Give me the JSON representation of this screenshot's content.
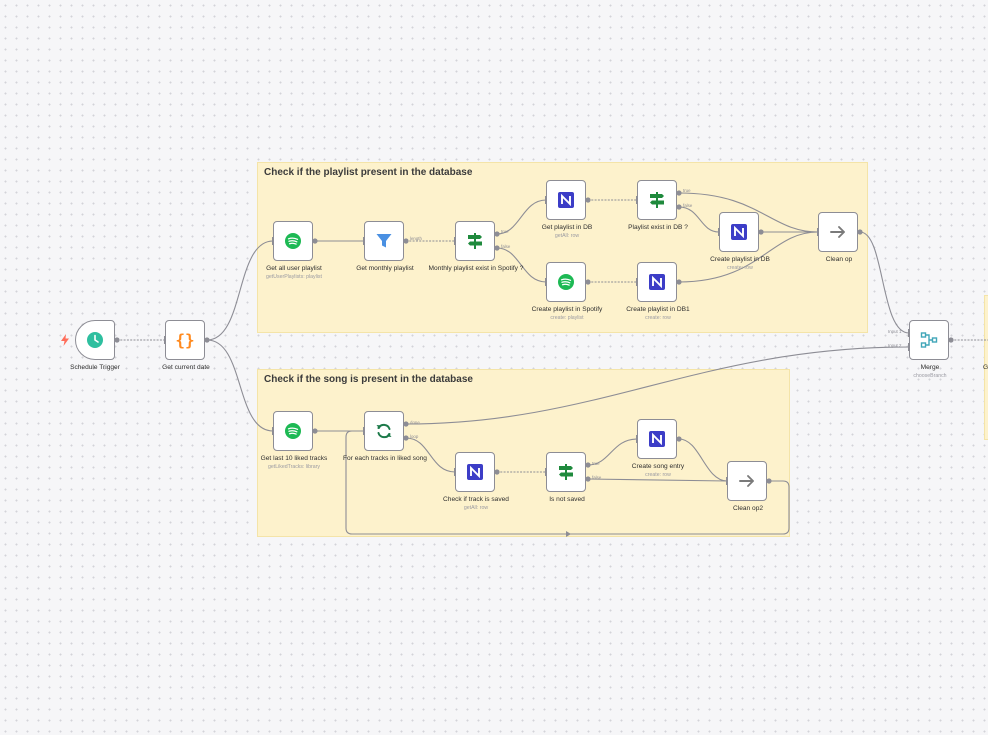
{
  "canvas": {
    "background": "#f6f6f8"
  },
  "stickies": [
    {
      "title": "Check if the playlist present in the database",
      "color": "#fdf2cc"
    },
    {
      "title": "Check if the song is present in the database",
      "color": "#fdf2cc"
    }
  ],
  "nodes": {
    "schedule_trigger": {
      "label": "Schedule Trigger",
      "icon": "clock-icon",
      "color": "#2ebf9f"
    },
    "get_current_date": {
      "label": "Get current date",
      "icon": "braces-icon",
      "color": "#ff8a1f"
    },
    "get_all_user_playlist": {
      "label": "Get all user playlist",
      "sub": "getUserPlaylists: playlist",
      "icon": "spotify-icon",
      "color": "#1db954"
    },
    "get_monthly_playlist": {
      "label": "Get monthly playlist",
      "icon": "filter-icon",
      "color": "#4a90e2"
    },
    "monthly_playlist_exist": {
      "label": "Monthly playlist exist in Spotify ?",
      "icon": "signpost-icon",
      "color": "#1f8a3d"
    },
    "get_playlist_in_db": {
      "label": "Get playlist in DB",
      "sub": "getAll: row",
      "icon": "n-db-icon",
      "color": "#3c3dc7"
    },
    "playlist_exist_in_db": {
      "label": "Playlist exist in DB ?",
      "icon": "signpost-icon",
      "color": "#1f8a3d"
    },
    "create_playlist_in_spotify": {
      "label": "Create playlist in Spotify",
      "sub": "create: playlist",
      "icon": "spotify-icon",
      "color": "#1db954"
    },
    "create_playlist_in_db1": {
      "label": "Create playlist in DB1",
      "sub": "create: row",
      "icon": "n-db-icon",
      "color": "#3c3dc7"
    },
    "create_playlist_in_db": {
      "label": "Create playlist in DB",
      "sub": "create: row",
      "icon": "n-db-icon",
      "color": "#3c3dc7"
    },
    "clean_op": {
      "label": "Clean op",
      "icon": "arrow-right-icon",
      "color": "#7a7a7a"
    },
    "merge": {
      "label": "Merge",
      "sub": "chooseBranch",
      "icon": "merge-icon",
      "color": "#40a6b8"
    },
    "get_last_10_liked": {
      "label": "Get last 10 liked tracks",
      "sub": "getLikedTracks: library",
      "icon": "spotify-icon",
      "color": "#1db954"
    },
    "for_each_tracks": {
      "label": "For each tracks in liked song",
      "icon": "loop-icon",
      "color": "#1d7a4a"
    },
    "check_if_track_saved": {
      "label": "Check if track is saved",
      "sub": "getAll: row",
      "icon": "n-db-icon",
      "color": "#3c3dc7"
    },
    "is_not_saved": {
      "label": "Is not saved",
      "icon": "signpost-icon",
      "color": "#1f8a3d"
    },
    "create_song_entry": {
      "label": "Create song entry",
      "sub": "create: row",
      "icon": "n-db-icon",
      "color": "#3c3dc7"
    },
    "clean_op2": {
      "label": "Clean op2",
      "icon": "arrow-right-icon",
      "color": "#7a7a7a"
    }
  },
  "handle_labels": {
    "length": "length",
    "true": "true",
    "false": "false",
    "done": "done",
    "loop": "loop",
    "input1": "Input 1",
    "input2": "Input 2"
  },
  "cut_off_label": "G"
}
